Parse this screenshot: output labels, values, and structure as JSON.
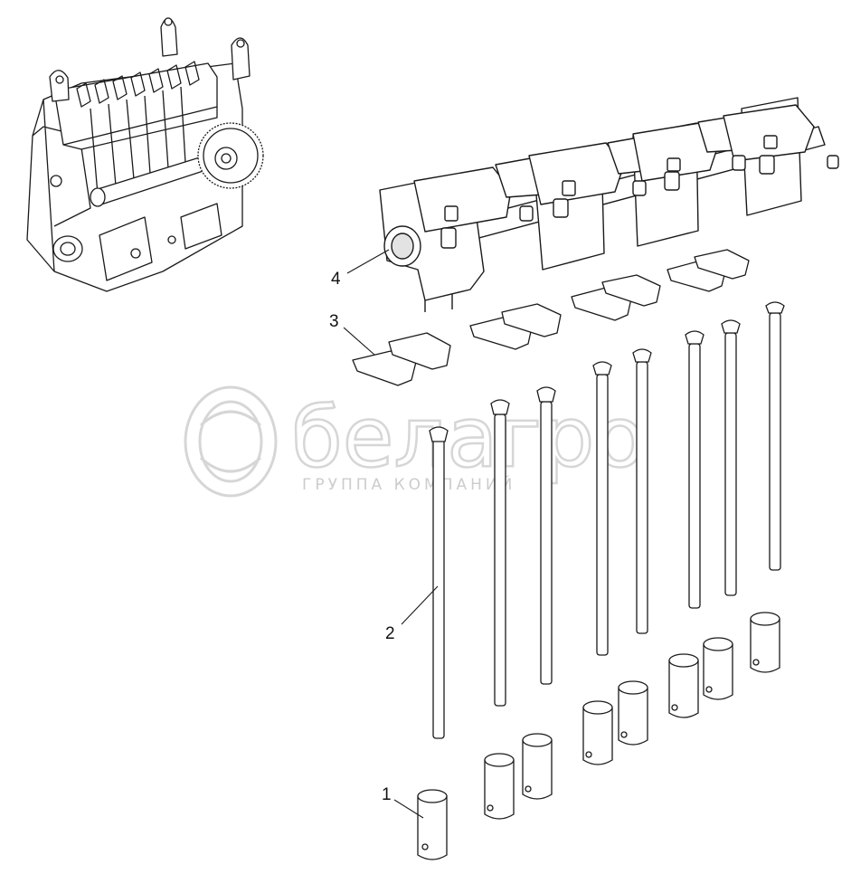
{
  "callouts": [
    {
      "id": "1",
      "label": "1"
    },
    {
      "id": "2",
      "label": "2"
    },
    {
      "id": "3",
      "label": "3"
    },
    {
      "id": "4",
      "label": "4"
    }
  ],
  "watermark": {
    "brand": "белагро",
    "tagline": "ГРУППА КОМПАНИЙ"
  },
  "colors": {
    "line": "#1a1a1a",
    "part_fill": "#ffffff",
    "shade": "#d9d9d9",
    "watermark": "#c8c8c8"
  }
}
